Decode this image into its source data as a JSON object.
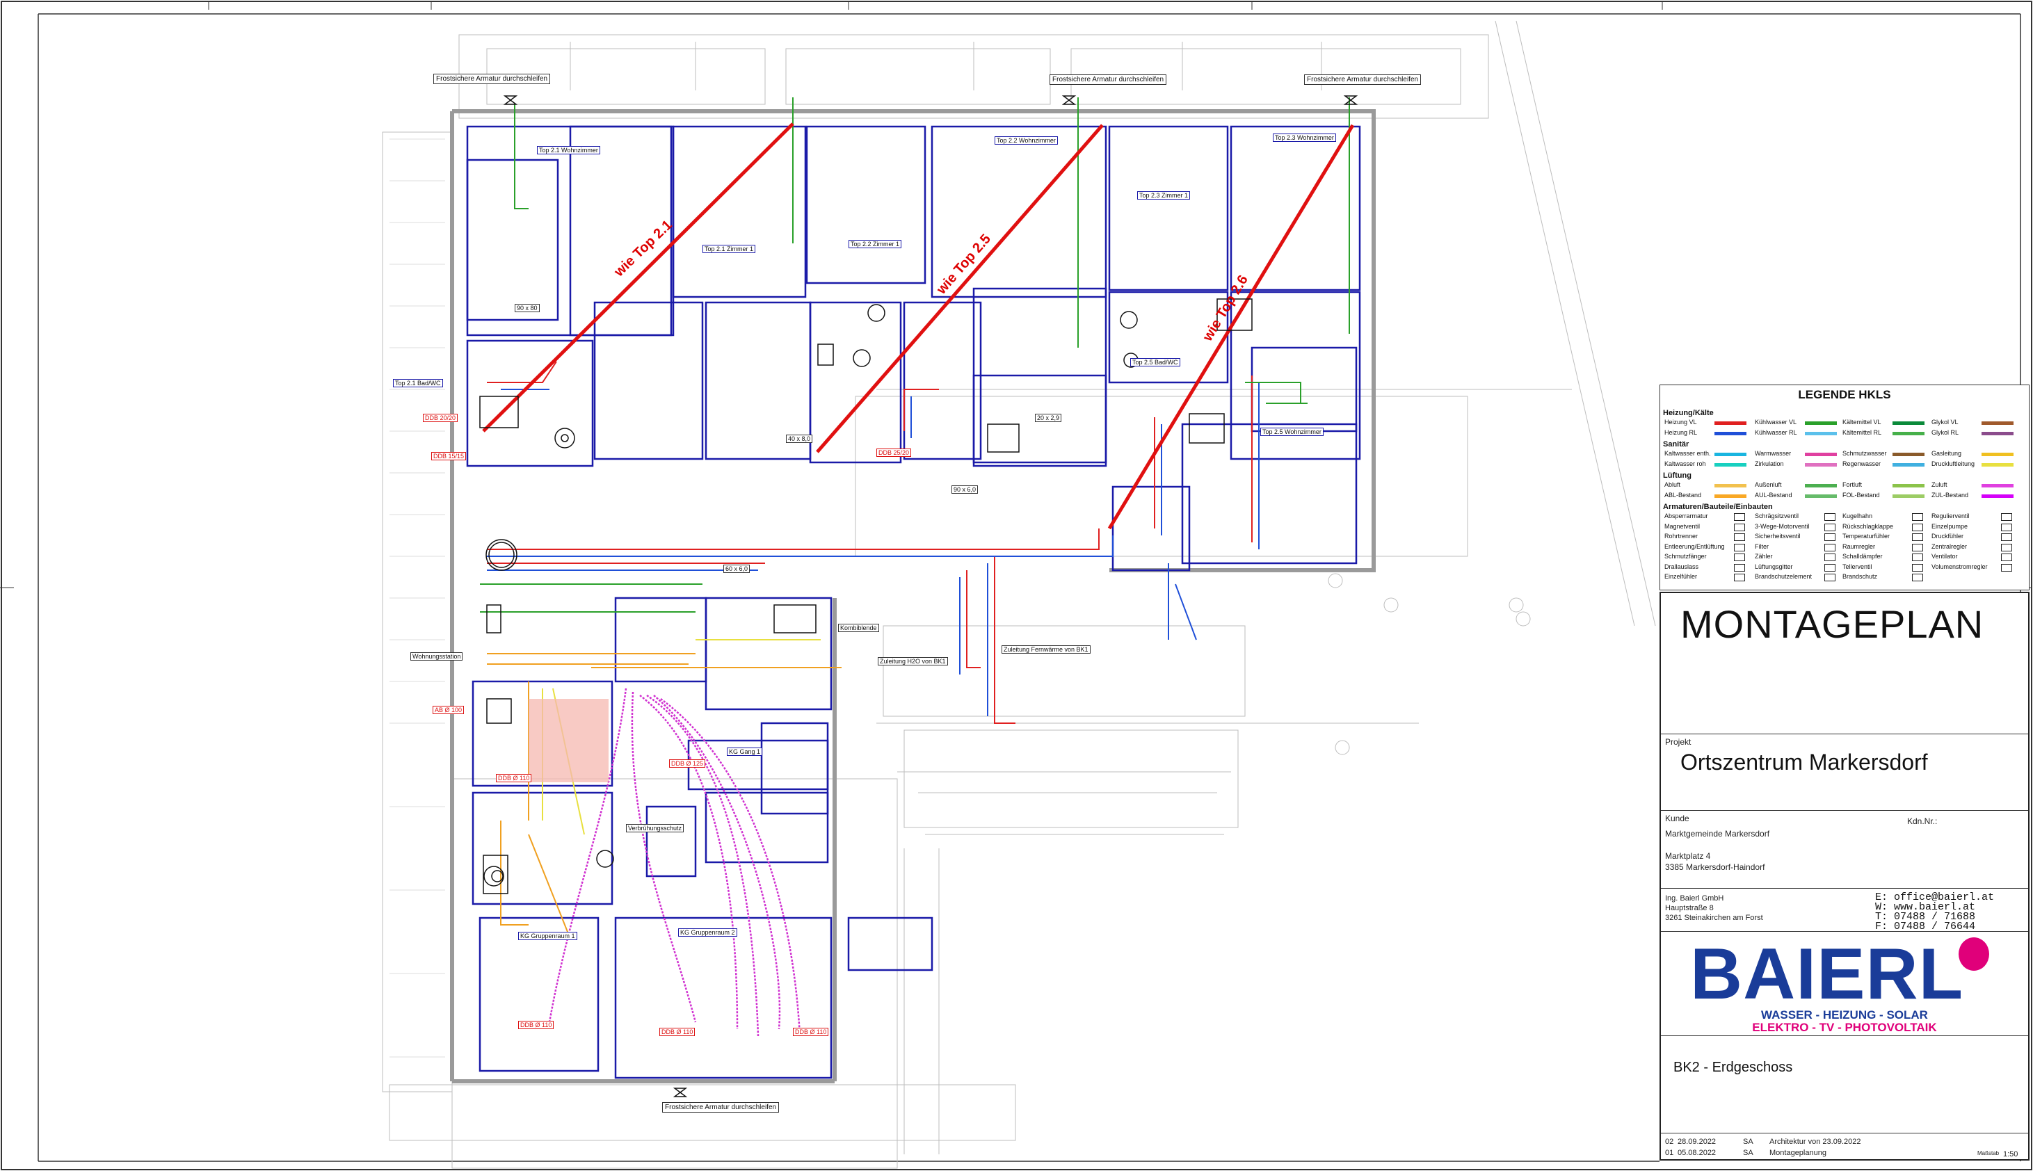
{
  "frost_label": "Frostsichere Armatur durchschleifen",
  "diagonal_labels": [
    "wie Top 2.1",
    "wie Top 2.5",
    "wie Top 2.6"
  ],
  "rooms": [
    {
      "name": "Top 2.1 Wohnzimmer"
    },
    {
      "name": "Top 2.1 Zimmer 1"
    },
    {
      "name": "Top 2.1 Bad/WC"
    },
    {
      "name": "Top 2.2 Zimmer 1"
    },
    {
      "name": "Top 2.2 Wohnzimmer"
    },
    {
      "name": "Top 2.3 Wohnzimmer"
    },
    {
      "name": "Top 2.3 Zimmer 1"
    },
    {
      "name": "Top 2.5 Wohnzimmer"
    },
    {
      "name": "Top 2.5 Bad/WC"
    },
    {
      "name": "KG Gang 1"
    },
    {
      "name": "KG Gruppenraum 1"
    },
    {
      "name": "KG Gruppenraum 2"
    }
  ],
  "tags_red": [
    "DDB Ø 110",
    "DDB 20/20",
    "DDB 15/15",
    "DDB 25/20",
    "AB Ø 100",
    "DDB Ø 125"
  ],
  "tags_black": [
    "90 x 80",
    "40 x 8,0",
    "60 x 6,0",
    "90 x 6,0",
    "20 x 2,9",
    "Verbrühungsschutz",
    "Wohnungsstation",
    "Kombiblende",
    "Zuleitung H2O von BK1",
    "Zuleitung Fernwärme von BK1"
  ],
  "legend": {
    "title": "LEGENDE HKLS",
    "sections": [
      {
        "name": "Heizung/Kälte",
        "rows": [
          [
            {
              "t": "Heizung VL",
              "c": "#e02020"
            },
            {
              "t": "Kühlwasser VL",
              "c": "#2aa02a"
            },
            {
              "t": "Kältemittel VL",
              "c": "#0b8a3a"
            },
            {
              "t": "Glykol VL",
              "c": "#a05a2c"
            }
          ],
          [
            {
              "t": "Heizung RL",
              "c": "#1f4fd8"
            },
            {
              "t": "Kühlwasser RL",
              "c": "#5bc0eb"
            },
            {
              "t": "Kältemittel RL",
              "c": "#46b04a"
            },
            {
              "t": "Glykol RL",
              "c": "#8b4c8c"
            }
          ]
        ]
      },
      {
        "name": "Sanitär",
        "rows": [
          [
            {
              "t": "Kaltwasser enth.",
              "c": "#19b5e0"
            },
            {
              "t": "Warmwasser",
              "c": "#e040a0"
            },
            {
              "t": "Schmutzwasser",
              "c": "#8a5a2a"
            },
            {
              "t": "Gasleitung",
              "c": "#f0c020"
            }
          ],
          [
            {
              "t": "Kaltwasser roh",
              "c": "#18d0c0"
            },
            {
              "t": "Zirkulation",
              "c": "#e070c0"
            },
            {
              "t": "Regenwasser",
              "c": "#40b0e0"
            },
            {
              "t": "Druckluftleitung",
              "c": "#e8e040"
            }
          ]
        ]
      },
      {
        "name": "Lüftung",
        "rows": [
          [
            {
              "t": "Abluft",
              "c": "#f2c14e"
            },
            {
              "t": "Außenluft",
              "c": "#4caf50"
            },
            {
              "t": "Fortluft",
              "c": "#8bc34a"
            },
            {
              "t": "Zuluft",
              "c": "#e040e0"
            }
          ],
          [
            {
              "t": "ABL-Bestand",
              "c": "#f9a825"
            },
            {
              "t": "AUL-Bestand",
              "c": "#66bb6a"
            },
            {
              "t": "FOL-Bestand",
              "c": "#9ccc65"
            },
            {
              "t": "ZUL-Bestand",
              "c": "#d500f9"
            }
          ]
        ]
      },
      {
        "name": "Armaturen/Bauteile/Einbauten",
        "rows": [
          [
            {
              "t": "Absperrarmatur"
            },
            {
              "t": "Schrägsitzventil"
            },
            {
              "t": "Kugelhahn"
            },
            {
              "t": "Regulierventil"
            }
          ],
          [
            {
              "t": "Magnetventil"
            },
            {
              "t": "3-Wege-Motorventil"
            },
            {
              "t": "Rückschlagklappe"
            },
            {
              "t": "Einzelpumpe"
            }
          ],
          [
            {
              "t": "Rohrtrenner"
            },
            {
              "t": "Sicherheitsventil"
            },
            {
              "t": "Temperaturfühler"
            },
            {
              "t": "Druckfühler"
            }
          ],
          [
            {
              "t": "Entleerung/Entlüftung"
            },
            {
              "t": "Filter"
            },
            {
              "t": "Raumregler"
            },
            {
              "t": "Zentralregler"
            }
          ],
          [
            {
              "t": "Schmutzfänger"
            },
            {
              "t": "Zähler"
            },
            {
              "t": "Schalldämpfer"
            },
            {
              "t": "Ventilator"
            }
          ],
          [
            {
              "t": "Drallauslass"
            },
            {
              "t": "Lüftungsgitter"
            },
            {
              "t": "Tellerventil"
            },
            {
              "t": "Volumenstromregler"
            }
          ],
          [
            {
              "t": "Einzelfühler"
            },
            {
              "t": "Brandschutzelement"
            },
            {
              "t": "Brandschutz"
            },
            {
              "t": ""
            }
          ]
        ]
      }
    ]
  },
  "titleblock": {
    "doc_title": "MONTAGEPLAN",
    "project_label": "Projekt",
    "project_name": "Ortszentrum Markersdorf",
    "customer_label": "Kunde",
    "customer_no_label": "Kdn.Nr.:",
    "customer_name": "Marktgemeinde Markersdorf",
    "customer_street": "Marktplatz 4",
    "customer_city": "3385 Markersdorf-Haindorf",
    "company_name": "Ing. Baierl GmbH",
    "company_street": "Hauptstraße 8",
    "company_city": "3261 Steinakirchen am Forst",
    "email": "E: office@baierl.at",
    "web": "W: www.baierl.at",
    "tel": "T: 07488 / 71688",
    "fax": "F: 07488 / 76644",
    "logo_text": "BAIERL",
    "logo_line1": "WASSER - HEIZUNG - SOLAR",
    "logo_line2": "ELEKTRO - TV - PHOTOVOLTAIK",
    "drawing_name": "BK2 - Erdgeschoss",
    "revisions": [
      {
        "no": "02",
        "date": "28.09.2022",
        "by": "SA",
        "desc": "Architektur von 23.09.2022"
      },
      {
        "no": "01",
        "date": "05.08.2022",
        "by": "SA",
        "desc": "Montageplanung"
      }
    ],
    "scale_label": "Maßstab",
    "scale": "1:50"
  },
  "colors": {
    "heating_supply": "#e02020",
    "heating_return": "#1f4fd8",
    "warm_water": "#e040a0",
    "brand": "#1a3c99",
    "brand_accent": "#e0007a"
  }
}
